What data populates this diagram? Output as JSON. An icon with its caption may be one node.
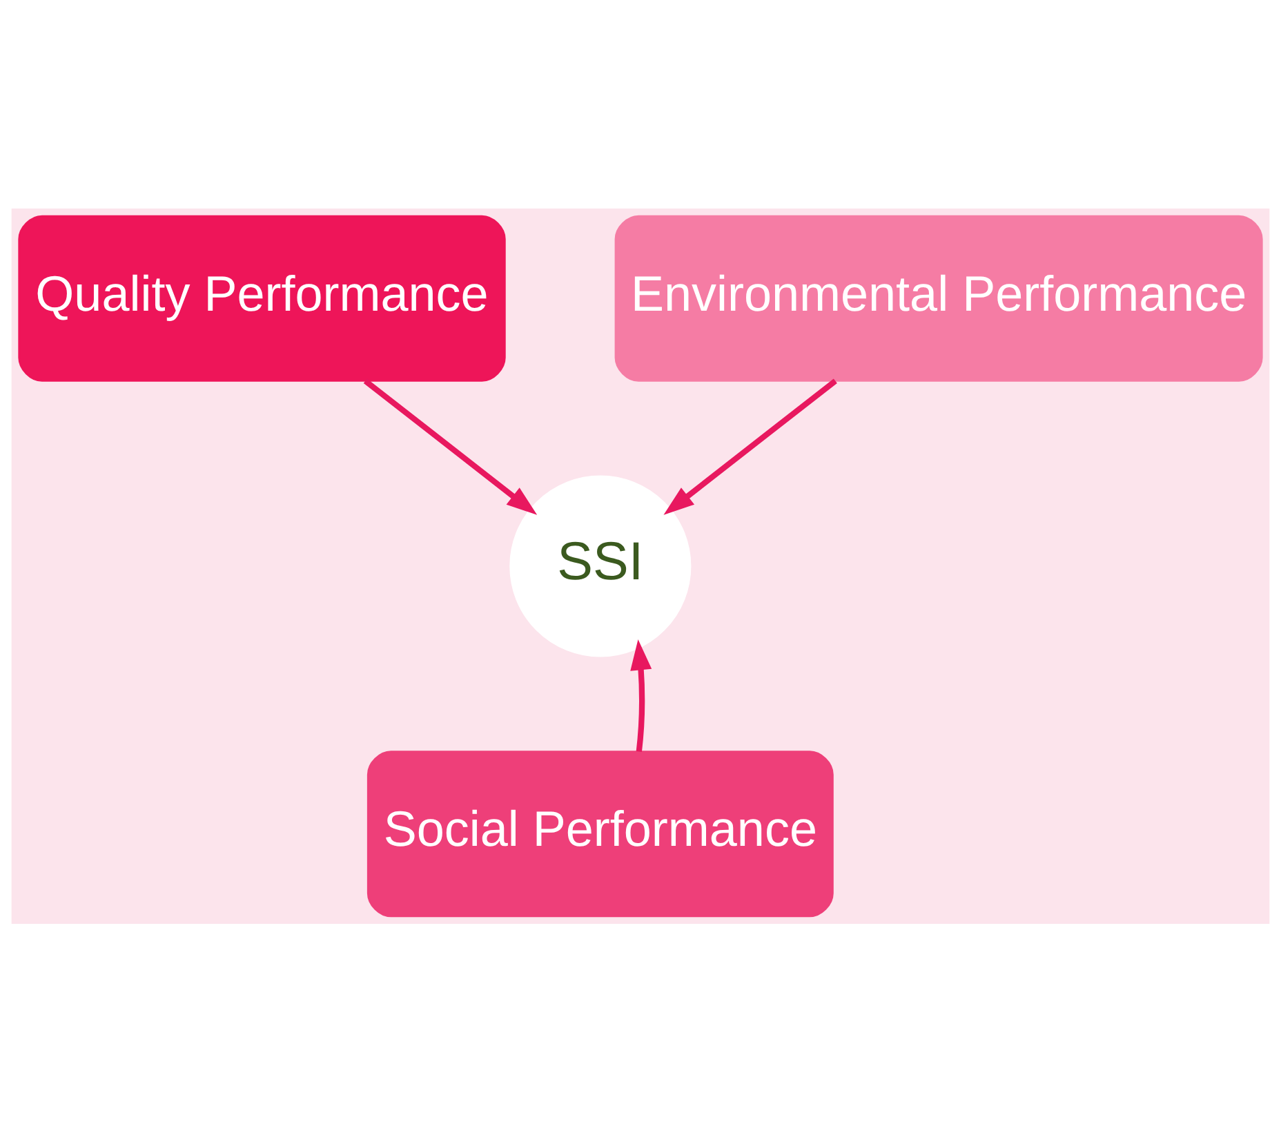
{
  "diagram": {
    "nodes": [
      {
        "text": [
          "Quality Performance"
        ]
      },
      {
        "text": [
          "Environmental Performance"
        ]
      },
      {
        "text": [
          "SSI"
        ]
      },
      {
        "text": [
          "Social Performance"
        ]
      }
    ],
    "edges": [
      {
        "from": 1,
        "to": 2,
        "arrow": "to"
      },
      {
        "from": 0,
        "to": 2,
        "arrow": "to"
      },
      {
        "from": 3,
        "to": 2,
        "arrow": "to"
      }
    ]
  }
}
